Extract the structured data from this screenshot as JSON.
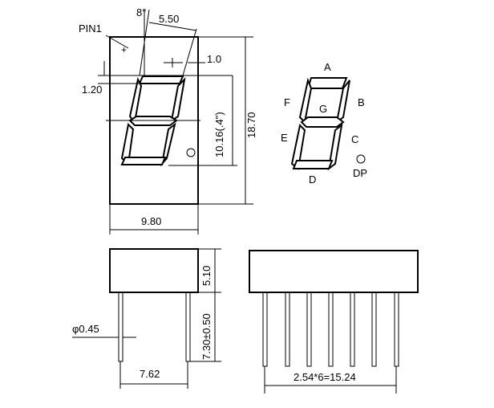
{
  "top_view": {
    "pin1": "PIN1",
    "angle": "8°",
    "width_digit": "5.50",
    "seg_gap": "1.0",
    "seg_width": "1.20",
    "digit_height": "10.16(.4\")",
    "body_height": "18.70",
    "body_width": "9.80"
  },
  "segment_diagram": {
    "A": "A",
    "B": "B",
    "C": "C",
    "D": "D",
    "E": "E",
    "F": "F",
    "G": "G",
    "DP": "DP"
  },
  "side_view": {
    "body_thickness": "5.10",
    "pin_length": "7.30±0.50",
    "pin_dia": "φ0.45",
    "row_spacing": "7.62"
  },
  "front_view": {
    "pitch": "2.54*6=15.24"
  }
}
